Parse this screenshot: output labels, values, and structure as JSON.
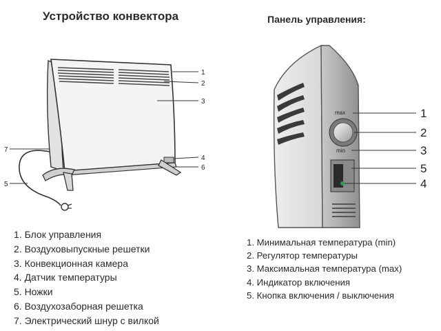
{
  "left": {
    "title": "Устройство конвектора",
    "callouts": [
      "1",
      "2",
      "3",
      "4",
      "6",
      "7",
      "5"
    ],
    "legend": [
      "1. Блок управления",
      "2. Воздуховыпускные решетки",
      "3. Конвекционная камера",
      "4. Датчик температуры",
      "5. Ножки",
      "6. Воздухозаборная решетка",
      "7. Электрический шнур с вилкой"
    ]
  },
  "right": {
    "title": "Панель управления:",
    "dial_max_label": "max",
    "dial_min_label": "min",
    "callouts": [
      "1",
      "2",
      "3",
      "5",
      "4"
    ],
    "legend": [
      "1. Минимальная температура (min)",
      "2. Регулятор температуры",
      "3. Максимальная температура (max)",
      "4. Индикатор включения",
      "5. Кнопка включения / выключения"
    ]
  },
  "colors": {
    "indicator": "#2e9e4a",
    "body_light": "#e6e6e6",
    "body_dark": "#8a8a8a"
  }
}
